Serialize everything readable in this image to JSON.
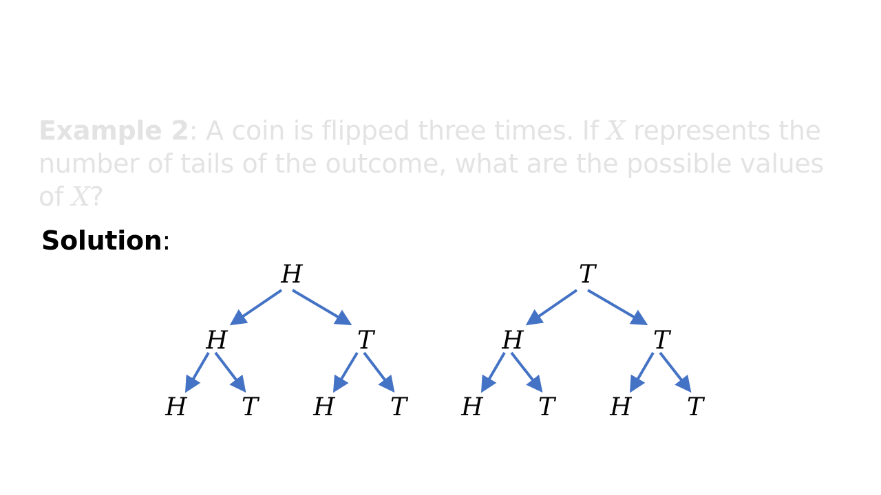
{
  "example": {
    "label": "Example 2",
    "text_1": ": A coin is flipped three times. If ",
    "var_1": "X",
    "text_2": " represents the number of tails of the outcome, what are the possible values of ",
    "var_2": "X",
    "text_3": "?"
  },
  "solution": {
    "label": "Solution",
    "colon": ":"
  },
  "diagram": {
    "arrow_color": "#4472c4",
    "trees": [
      {
        "root": "H",
        "level2": [
          "H",
          "T"
        ],
        "level3": [
          "H",
          "T",
          "H",
          "T"
        ]
      },
      {
        "root": "T",
        "level2": [
          "H",
          "T"
        ],
        "level3": [
          "H",
          "T",
          "H",
          "T"
        ]
      }
    ]
  }
}
